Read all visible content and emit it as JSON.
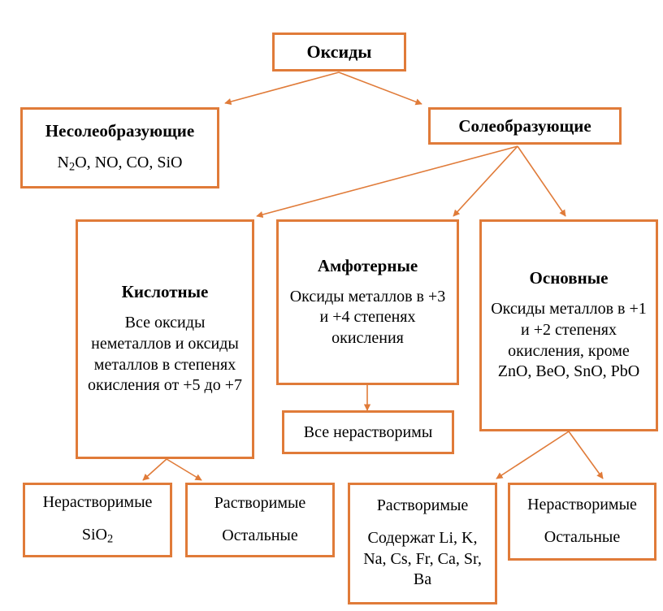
{
  "diagram": {
    "title": "Оксиды",
    "accent_color": "#E07B39",
    "background_color": "#FFFFFF",
    "text_color": "#000000",
    "nodes": {
      "root": {
        "title": "Оксиды"
      },
      "non_salt_forming": {
        "title": "Несолеобразующие",
        "body_html": "N<sub>2</sub>O, NO, CO, SiO"
      },
      "salt_forming": {
        "title": "Солеобразующие"
      },
      "acidic": {
        "title": "Кислотные",
        "body": "Все оксиды неметаллов и оксиды металлов в степенях окисления от +5 до +7"
      },
      "amphoteric": {
        "title": "Амфотерные",
        "body": "Оксиды металлов в +3 и +4 степенях окисления"
      },
      "basic": {
        "title": "Основные",
        "body": "Оксиды металлов в +1 и +2 степенях окисления, кроме ZnO, BeO, SnO, PbO"
      },
      "amphoteric_all_insoluble": {
        "title": "Все нерастворимы"
      },
      "acidic_insoluble": {
        "title": "Нерастворимые",
        "body_html": "SiO<sub>2</sub>"
      },
      "acidic_soluble": {
        "title": "Растворимые",
        "body": "Остальные"
      },
      "basic_soluble": {
        "title": "Растворимые",
        "body": "Содержат Li, K, Na, Cs, Fr, Ca, Sr, Ba"
      },
      "basic_insoluble": {
        "title": "Нерастворимые",
        "body": "Остальные"
      }
    },
    "edges": [
      {
        "from": "root",
        "to": "non_salt_forming"
      },
      {
        "from": "root",
        "to": "salt_forming"
      },
      {
        "from": "salt_forming",
        "to": "acidic"
      },
      {
        "from": "salt_forming",
        "to": "amphoteric"
      },
      {
        "from": "salt_forming",
        "to": "basic"
      },
      {
        "from": "amphoteric",
        "to": "amphoteric_all_insoluble"
      },
      {
        "from": "acidic",
        "to": "acidic_insoluble"
      },
      {
        "from": "acidic",
        "to": "acidic_soluble"
      },
      {
        "from": "basic",
        "to": "basic_soluble"
      },
      {
        "from": "basic",
        "to": "basic_insoluble"
      }
    ]
  }
}
